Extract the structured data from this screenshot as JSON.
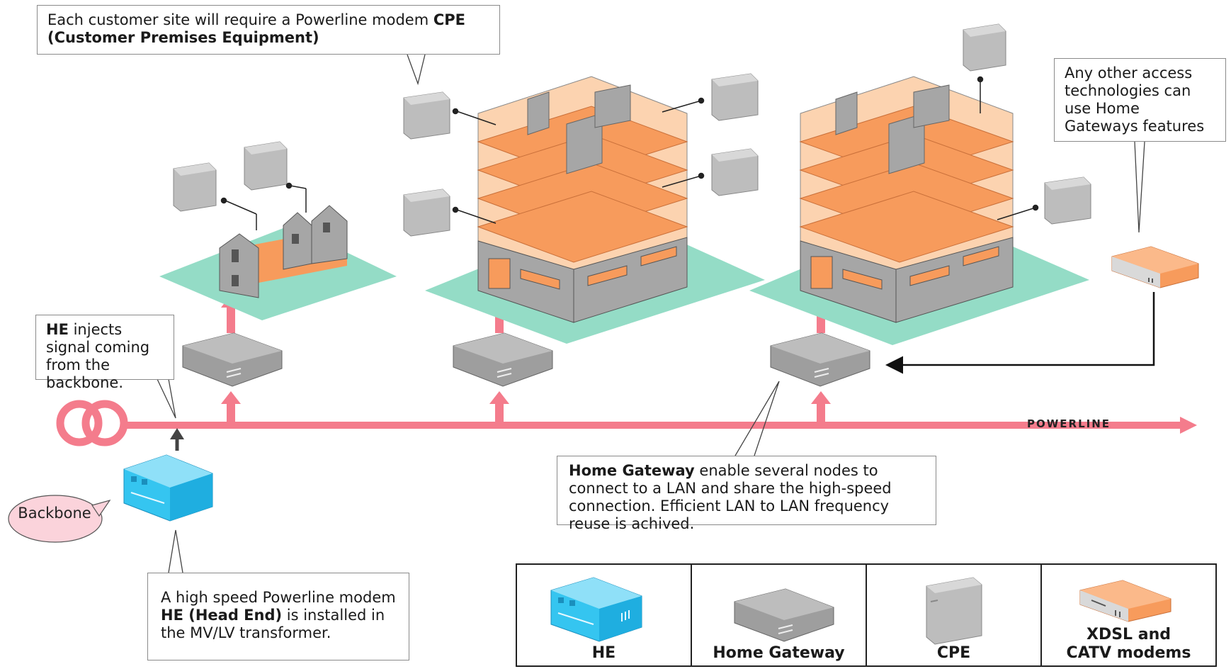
{
  "callouts": {
    "cpe_line1": "Each customer site will require a Powerline modem ",
    "cpe_bold1": "CPE",
    "cpe_bold2": "(Customer Premises Equipment)",
    "access_text": "Any other access technologies can use Home Gateways features",
    "he_bold": "HE",
    "he_text": " injects signal coming from the backbone.",
    "hg_bold": "Home Gateway",
    "hg_text": " enable several nodes to connect to a LAN and share the high-speed connection. Efficient LAN to LAN frequency reuse is achived.",
    "he_install_line1": "A high speed Powerline modem ",
    "he_install_bold": "HE (Head End)",
    "he_install_line2": " is installed in the MV/LV transformer."
  },
  "labels": {
    "powerline": "POWERLINE",
    "backbone": "Backbone"
  },
  "legend": [
    {
      "label": "HE",
      "icon": "he-box-icon"
    },
    {
      "label": "Home Gateway",
      "icon": "home-gateway-icon"
    },
    {
      "label": "CPE",
      "icon": "cpe-icon"
    },
    {
      "label": "XDSL and CATV modems",
      "icon": "xdsl-modem-icon"
    }
  ],
  "colors": {
    "powerline": "#f47c8c",
    "orange": "#f79b5c",
    "ground": "#94dcc6",
    "gray": "#a6a6a6",
    "he_blue": "#35c5f0"
  }
}
